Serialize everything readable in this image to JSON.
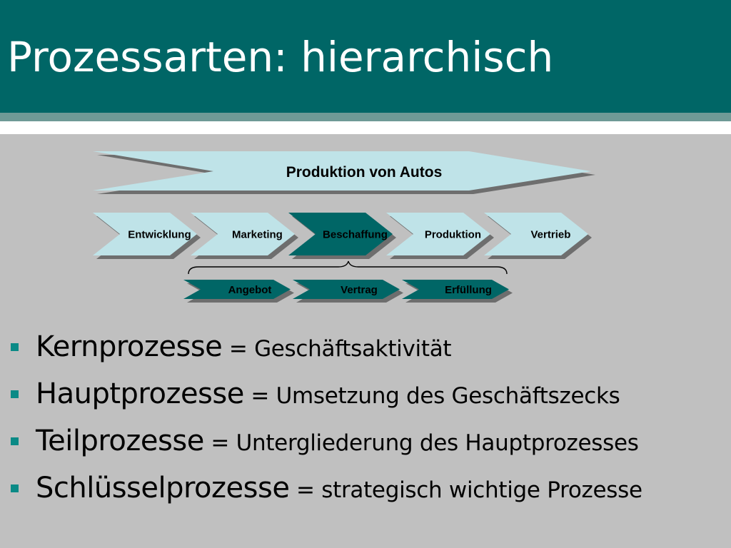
{
  "slide": {
    "title": "Prozessarten: hierarchisch"
  },
  "diagram": {
    "top_process": "Produktion von Autos",
    "main_processes": [
      {
        "label": "Entwicklung",
        "highlighted": false
      },
      {
        "label": "Marketing",
        "highlighted": false
      },
      {
        "label": "Beschaffung",
        "highlighted": true
      },
      {
        "label": "Produktion",
        "highlighted": false
      },
      {
        "label": "Vertrieb",
        "highlighted": false
      }
    ],
    "sub_processes": [
      {
        "label": "Angebot"
      },
      {
        "label": "Vertrag"
      },
      {
        "label": "Erfüllung"
      }
    ]
  },
  "bullets": [
    {
      "term": "Kernprozesse",
      "separator": " = ",
      "description": "Geschäftsaktivität"
    },
    {
      "term": "Hauptprozesse",
      "separator": " = ",
      "description": "Umsetzung des Geschäftszecks"
    },
    {
      "term": "Teilprozesse",
      "separator": " = ",
      "description": "Untergliederung des Hauptprozesses"
    },
    {
      "term": "Schlüsselprozesse",
      "separator": " = ",
      "description": "strategisch wichtige Prozesse"
    }
  ],
  "colors": {
    "teal": "#006666",
    "light_cyan": "#bfe3e8",
    "shadow": "#6e6e6e",
    "bullet": "#0a8a86"
  }
}
